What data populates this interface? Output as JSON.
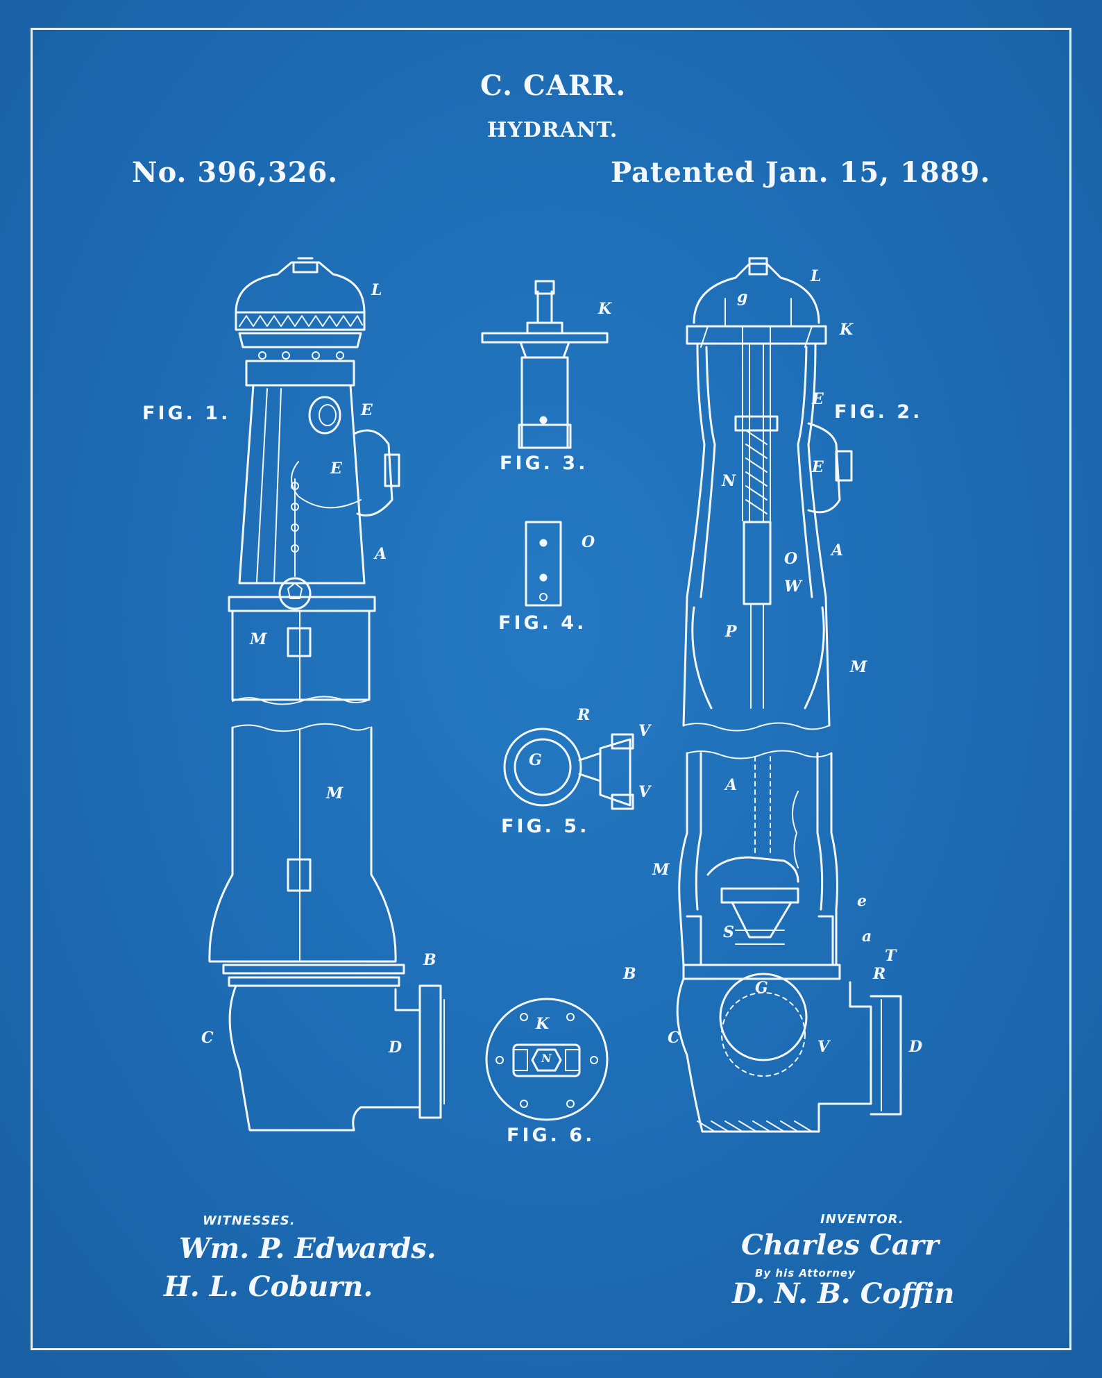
{
  "header": {
    "inventor_name": "C. CARR.",
    "title": "HYDRANT.",
    "patent_number": "No. 396,326.",
    "patent_date": "Patented Jan. 15, 1889."
  },
  "figures": {
    "fig1": "FIG. 1.",
    "fig2": "FIG. 2.",
    "fig3": "FIG. 3.",
    "fig4": "FIG. 4.",
    "fig5": "FIG. 5.",
    "fig6": "FIG. 6."
  },
  "labels": {
    "fig1": [
      "L",
      "E",
      "E",
      "A",
      "M",
      "M",
      "B",
      "C",
      "D"
    ],
    "fig2": [
      "L",
      "K",
      "g",
      "E",
      "E",
      "N",
      "O",
      "W",
      "A",
      "P",
      "M",
      "A",
      "M",
      "e",
      "S",
      "a",
      "T",
      "R",
      "B",
      "G",
      "C",
      "V",
      "D"
    ],
    "fig3": [
      "K"
    ],
    "fig4": [
      "O"
    ],
    "fig5": [
      "R",
      "V",
      "G",
      "V"
    ],
    "fig6": [
      "K",
      "N"
    ]
  },
  "witnesses": {
    "heading": "WITNESSES.",
    "signature_1": "Wm. P. Edwards.",
    "signature_2": "H. L. Coburn."
  },
  "inventor": {
    "heading": "INVENTOR.",
    "signature": "Charles Carr",
    "by_line": "By his Attorney",
    "attorney_signature": "D. N. B. Coffin"
  },
  "colors": {
    "background": "#1e6fb8",
    "ink": "#f4f8fc"
  }
}
